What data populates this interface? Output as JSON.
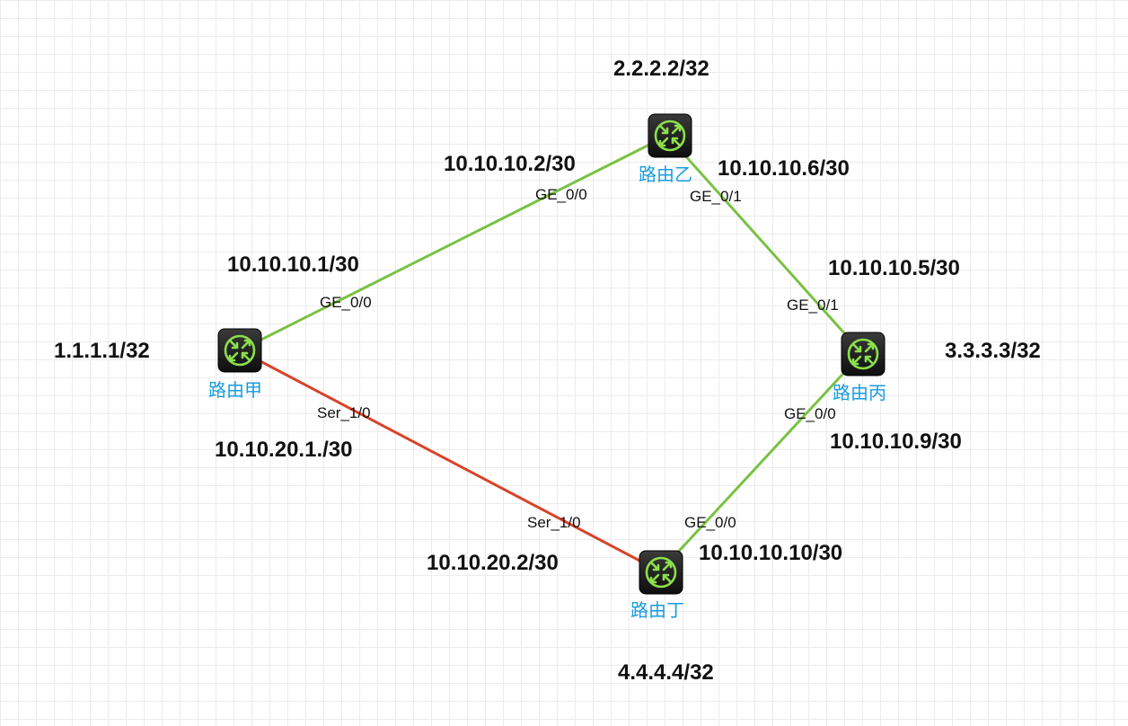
{
  "colors": {
    "ethernet_link": "#7ac143",
    "serial_link": "#d9432a",
    "router_body": "#1e1e1e",
    "router_symbol": "#8be04a",
    "router_name": "#1a9ce0"
  },
  "routers": [
    {
      "id": "a",
      "name": "路由甲",
      "loopback": "1.1.1.1/32",
      "icon": "router-icon"
    },
    {
      "id": "b",
      "name": "路由乙",
      "loopback": "2.2.2.2/32",
      "icon": "router-icon"
    },
    {
      "id": "c",
      "name": "路由丙",
      "loopback": "3.3.3.3/32",
      "icon": "router-icon"
    },
    {
      "id": "d",
      "name": "路由丁",
      "loopback": "4.4.4.4/32",
      "icon": "router-icon"
    }
  ],
  "links": [
    {
      "id": "a-b",
      "type": "ethernet",
      "from": {
        "router": "a",
        "port": "GE_0/0",
        "ip": "10.10.10.1/30"
      },
      "to": {
        "router": "b",
        "port": "GE_0/0",
        "ip": "10.10.10.2/30"
      }
    },
    {
      "id": "b-c",
      "type": "ethernet",
      "from": {
        "router": "b",
        "port": "GE_0/1",
        "ip": "10.10.10.6/30"
      },
      "to": {
        "router": "c",
        "port": "GE_0/1",
        "ip": "10.10.10.5/30"
      }
    },
    {
      "id": "c-d",
      "type": "ethernet",
      "from": {
        "router": "c",
        "port": "GE_0/0",
        "ip": "10.10.10.9/30"
      },
      "to": {
        "router": "d",
        "port": "GE_0/0",
        "ip": "10.10.10.10/30"
      }
    },
    {
      "id": "a-d",
      "type": "serial",
      "from": {
        "router": "a",
        "port": "Ser_1/0",
        "ip": "10.10.20.1./30"
      },
      "to": {
        "router": "d",
        "port": "Ser_1/0",
        "ip": "10.10.20.2/30"
      }
    }
  ]
}
